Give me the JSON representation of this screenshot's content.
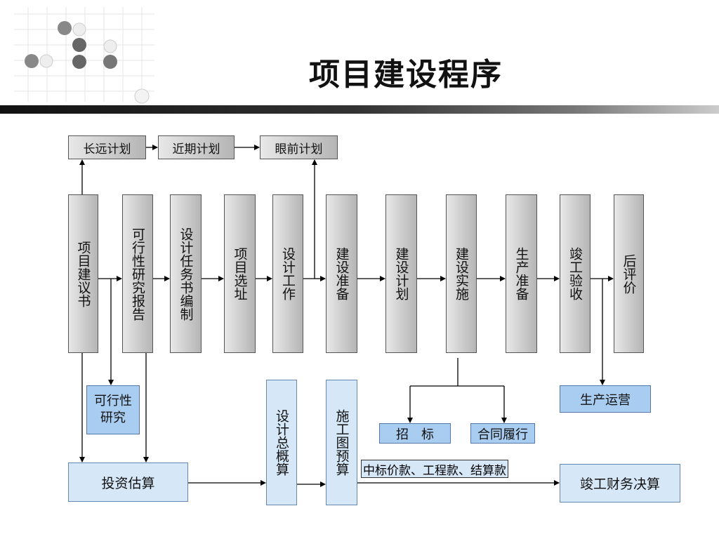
{
  "title": "项目建设程序",
  "plans": [
    "长远计划",
    "近期计划",
    "眼前计划"
  ],
  "stages": [
    "项目建议书",
    "可行性研究报告",
    "设计任务书编制",
    "项目选址",
    "设计工作",
    "建设准备",
    "建设计划",
    "建设实施",
    "生产准备",
    "竣工验收",
    "后评价"
  ],
  "feasibility": "可行性研究",
  "investment_estimate": "投资估算",
  "design_estimate": "设计总概算",
  "construction_budget": "施工图预算",
  "bidding": "招　标",
  "contract": "合同履行",
  "production": "生产运营",
  "payments_label": "中标价款、工程款、结算款",
  "final_accounts": "竣工财务决算"
}
